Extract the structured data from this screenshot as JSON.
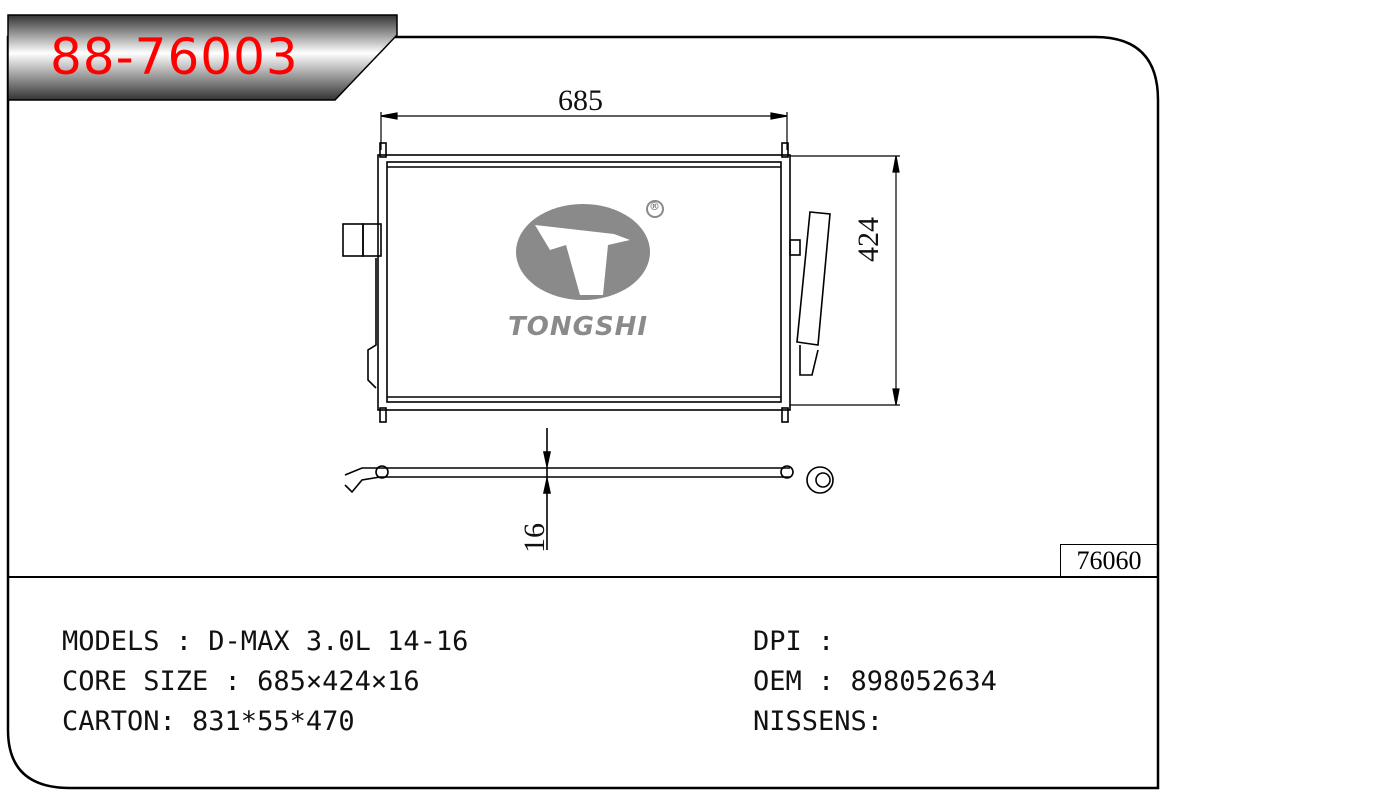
{
  "header": {
    "part_number": "88-76003"
  },
  "drawing": {
    "width_dim": "685",
    "height_dim": "424",
    "thickness_dim": "16",
    "ref_number": "76060",
    "logo": {
      "brand": "TONGSHI",
      "registered": "®"
    }
  },
  "specs": {
    "models": "MODELS : D-MAX 3.0L 14-16",
    "core_size": "CORE SIZE : 685×424×16",
    "carton": "CARTON: 831*55*470",
    "dpi": "DPI :",
    "oem": "OEM : 898052634",
    "nissens": "NISSENS:"
  },
  "colors": {
    "title": "#ff0000",
    "logo": "#8a8a8a"
  }
}
